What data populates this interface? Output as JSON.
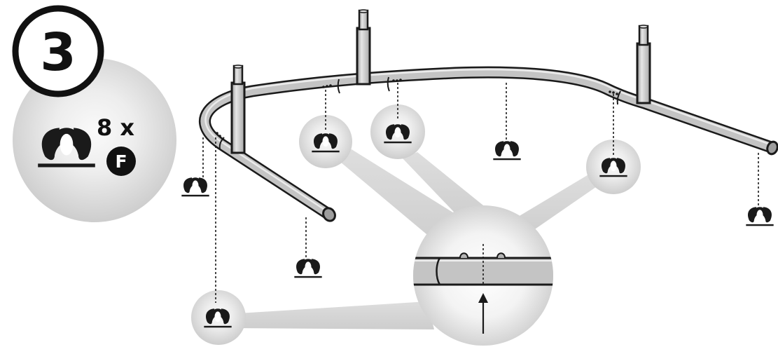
{
  "step": {
    "number": "3"
  },
  "parts": {
    "quantity": "8 x",
    "part_letter": "F"
  },
  "clip_icon": "clip-icon",
  "colors": {
    "pipe_fill": "#c4c4c4",
    "pipe_highlight": "#eeeeee",
    "outline": "#1a1a1a",
    "callout_gray": "#cfcfcf",
    "callout_light": "#f4f4f4"
  }
}
